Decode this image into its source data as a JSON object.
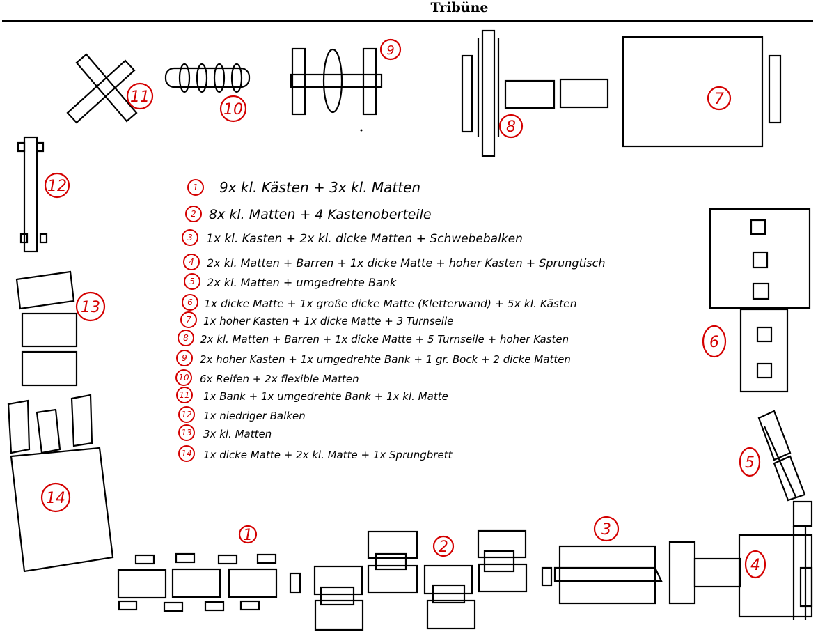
{
  "title": "Tribüne",
  "labels": {
    "n1": "1",
    "n2": "2",
    "n3": "3",
    "n4": "4",
    "n5": "5",
    "n6": "6",
    "n7": "7",
    "n8": "8",
    "n9": "9",
    "n10": "10",
    "n11": "11",
    "n12": "12",
    "n13": "13",
    "n14": "14"
  },
  "legend": [
    {
      "num": "1",
      "text": "9x kl. Kästen + 3x kl. Matten"
    },
    {
      "num": "2",
      "text": "8x kl. Matten + 4 Kastenoberteile"
    },
    {
      "num": "3",
      "text": "1x kl. Kasten + 2x kl. dicke Matten + Schwebebalken"
    },
    {
      "num": "4",
      "text": "2x kl. Matten + Barren + 1x dicke Matte + hoher Kasten + Sprungtisch"
    },
    {
      "num": "5",
      "text": "2x kl. Matten + umgedrehte Bank"
    },
    {
      "num": "6",
      "text": "1x dicke Matte + 1x große dicke Matte (Kletterwand) + 5x kl. Kästen"
    },
    {
      "num": "7",
      "text": "1x hoher Kasten + 1x dicke Matte + 3 Turnseile"
    },
    {
      "num": "8",
      "text": "2x kl. Matten + Barren + 1x dicke Matte + 5 Turnseile + hoher Kasten"
    },
    {
      "num": "9",
      "text": "2x hoher Kasten + 1x umgedrehte Bank + 1 gr. Bock + 2 dicke Matten"
    },
    {
      "num": "10",
      "text": "6x Reifen + 2x flexible Matten"
    },
    {
      "num": "11",
      "text": "1x Bank + 1x umgedrehte Bank + 1x kl. Matte"
    },
    {
      "num": "12",
      "text": "1x niedriger Balken"
    },
    {
      "num": "13",
      "text": "3x kl. Matten"
    },
    {
      "num": "14",
      "text": "1x dicke Matte + 2x kl. Matte + 1x Sprungbrett"
    }
  ]
}
